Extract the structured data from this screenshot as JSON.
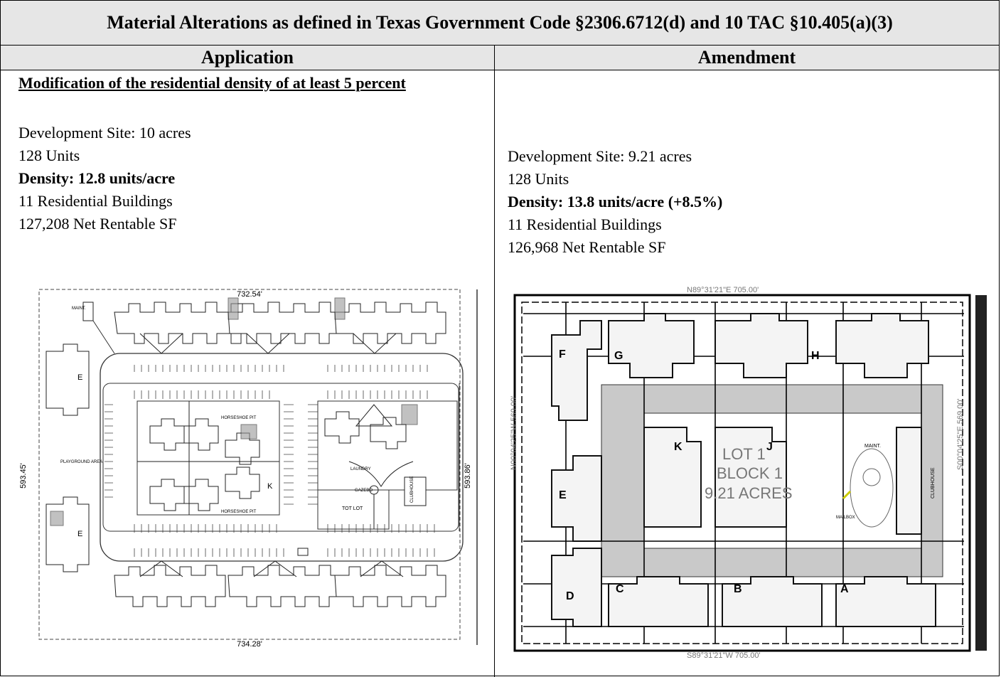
{
  "title": "Material Alterations as defined in Texas Government Code §2306.6712(d) and 10 TAC §10.405(a)(3)",
  "headers": {
    "application": "Application",
    "amendment": "Amendment"
  },
  "application": {
    "subheading": "Modification of the residential density of at least 5 percent",
    "site": "Development Site: 10 acres",
    "units": "128 Units",
    "density": "Density: 12.8 units/acre",
    "buildings": "11 Residential Buildings",
    "nrsf": "127,208 Net Rentable SF",
    "plan": {
      "top_dim": "732.54'",
      "bottom_dim": "734.28'",
      "left_dim": "593.45'",
      "right_dim": "593.86'",
      "labels": {
        "maint": "MAINT.",
        "playground": "PLAYGROUND AREA",
        "horseshoe_top": "HORSESHOE PIT",
        "horseshoe_bottom": "HORSESHOE PIT",
        "laundry": "LAUNDRY",
        "gazebo": "GAZEBO",
        "tot_lot": "TOT LOT",
        "clubhouse": "CLUBHOUSE",
        "bldg_k": "K",
        "bldg_e1": "E",
        "bldg_e2": "E"
      }
    }
  },
  "amendment": {
    "site": "Development Site:  9.21 acres",
    "units": "128 Units",
    "density": "Density: 13.8 units/acre (+8.5%)",
    "buildings": "11 Residential Buildings",
    "nrsf": "126,968 Net Rentable SF",
    "plan": {
      "bearing_top": "N89°31'21\"E  705.00'",
      "bearing_right": "S00°04'25\"E  569.00'",
      "bearing_left": "N00°04'25\"W  569.00'",
      "bearing_bottom": "S89°31'21\"W  705.00'",
      "lot": "LOT 1",
      "block": "BLOCK 1",
      "acres": "9.21 ACRES",
      "buildings": [
        "F",
        "G",
        "H",
        "E",
        "K",
        "J",
        "D",
        "C",
        "B",
        "A"
      ],
      "clubhouse": "CLUBHOUSE",
      "maint": "MAINT.",
      "mailbox": "MAILBOX"
    }
  }
}
